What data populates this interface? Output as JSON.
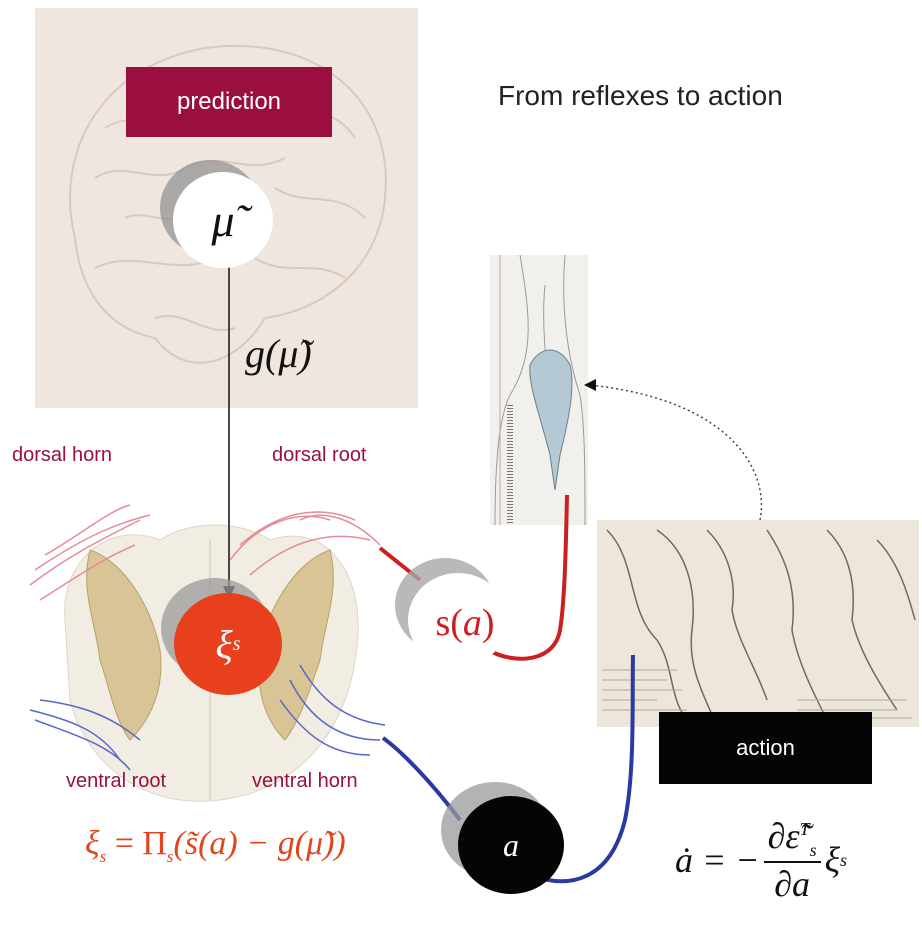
{
  "title": "From reflexes to action",
  "prediction_label": "prediction",
  "action_label": "action",
  "labels": {
    "dorsal_horn": "dorsal horn",
    "dorsal_root": "dorsal root",
    "ventral_root": "ventral root",
    "ventral_horn": "ventral horn"
  },
  "nodes": {
    "mu": "μ̃",
    "xi": "ξ",
    "xi_sub": "s",
    "sa": "s(",
    "sa_var": "a",
    "sa_close": ")",
    "a": "a"
  },
  "equations": {
    "g_mu": "g(μ̃)",
    "xi_lhs": "ξ",
    "xi_sub": "s",
    "xi_rhs": " = Π",
    "xi_rhs_sub": "s",
    "xi_rhs2": "(s̃(a) − g(μ̃))",
    "adot_lhs": "ȧ = −",
    "adot_num": "∂ε̃",
    "adot_num_sup": "T",
    "adot_num_sub": "s",
    "adot_den": "∂a",
    "adot_xi": "ξ",
    "adot_xi_sub": "s"
  },
  "colors": {
    "prediction_box": "#9a0f3f",
    "xi_node": "#e8401c",
    "sensory_line": "#cc1f1f",
    "motor_line": "#2b3aa0",
    "label_red": "#9a1040",
    "equation_red": "#e0461e"
  }
}
